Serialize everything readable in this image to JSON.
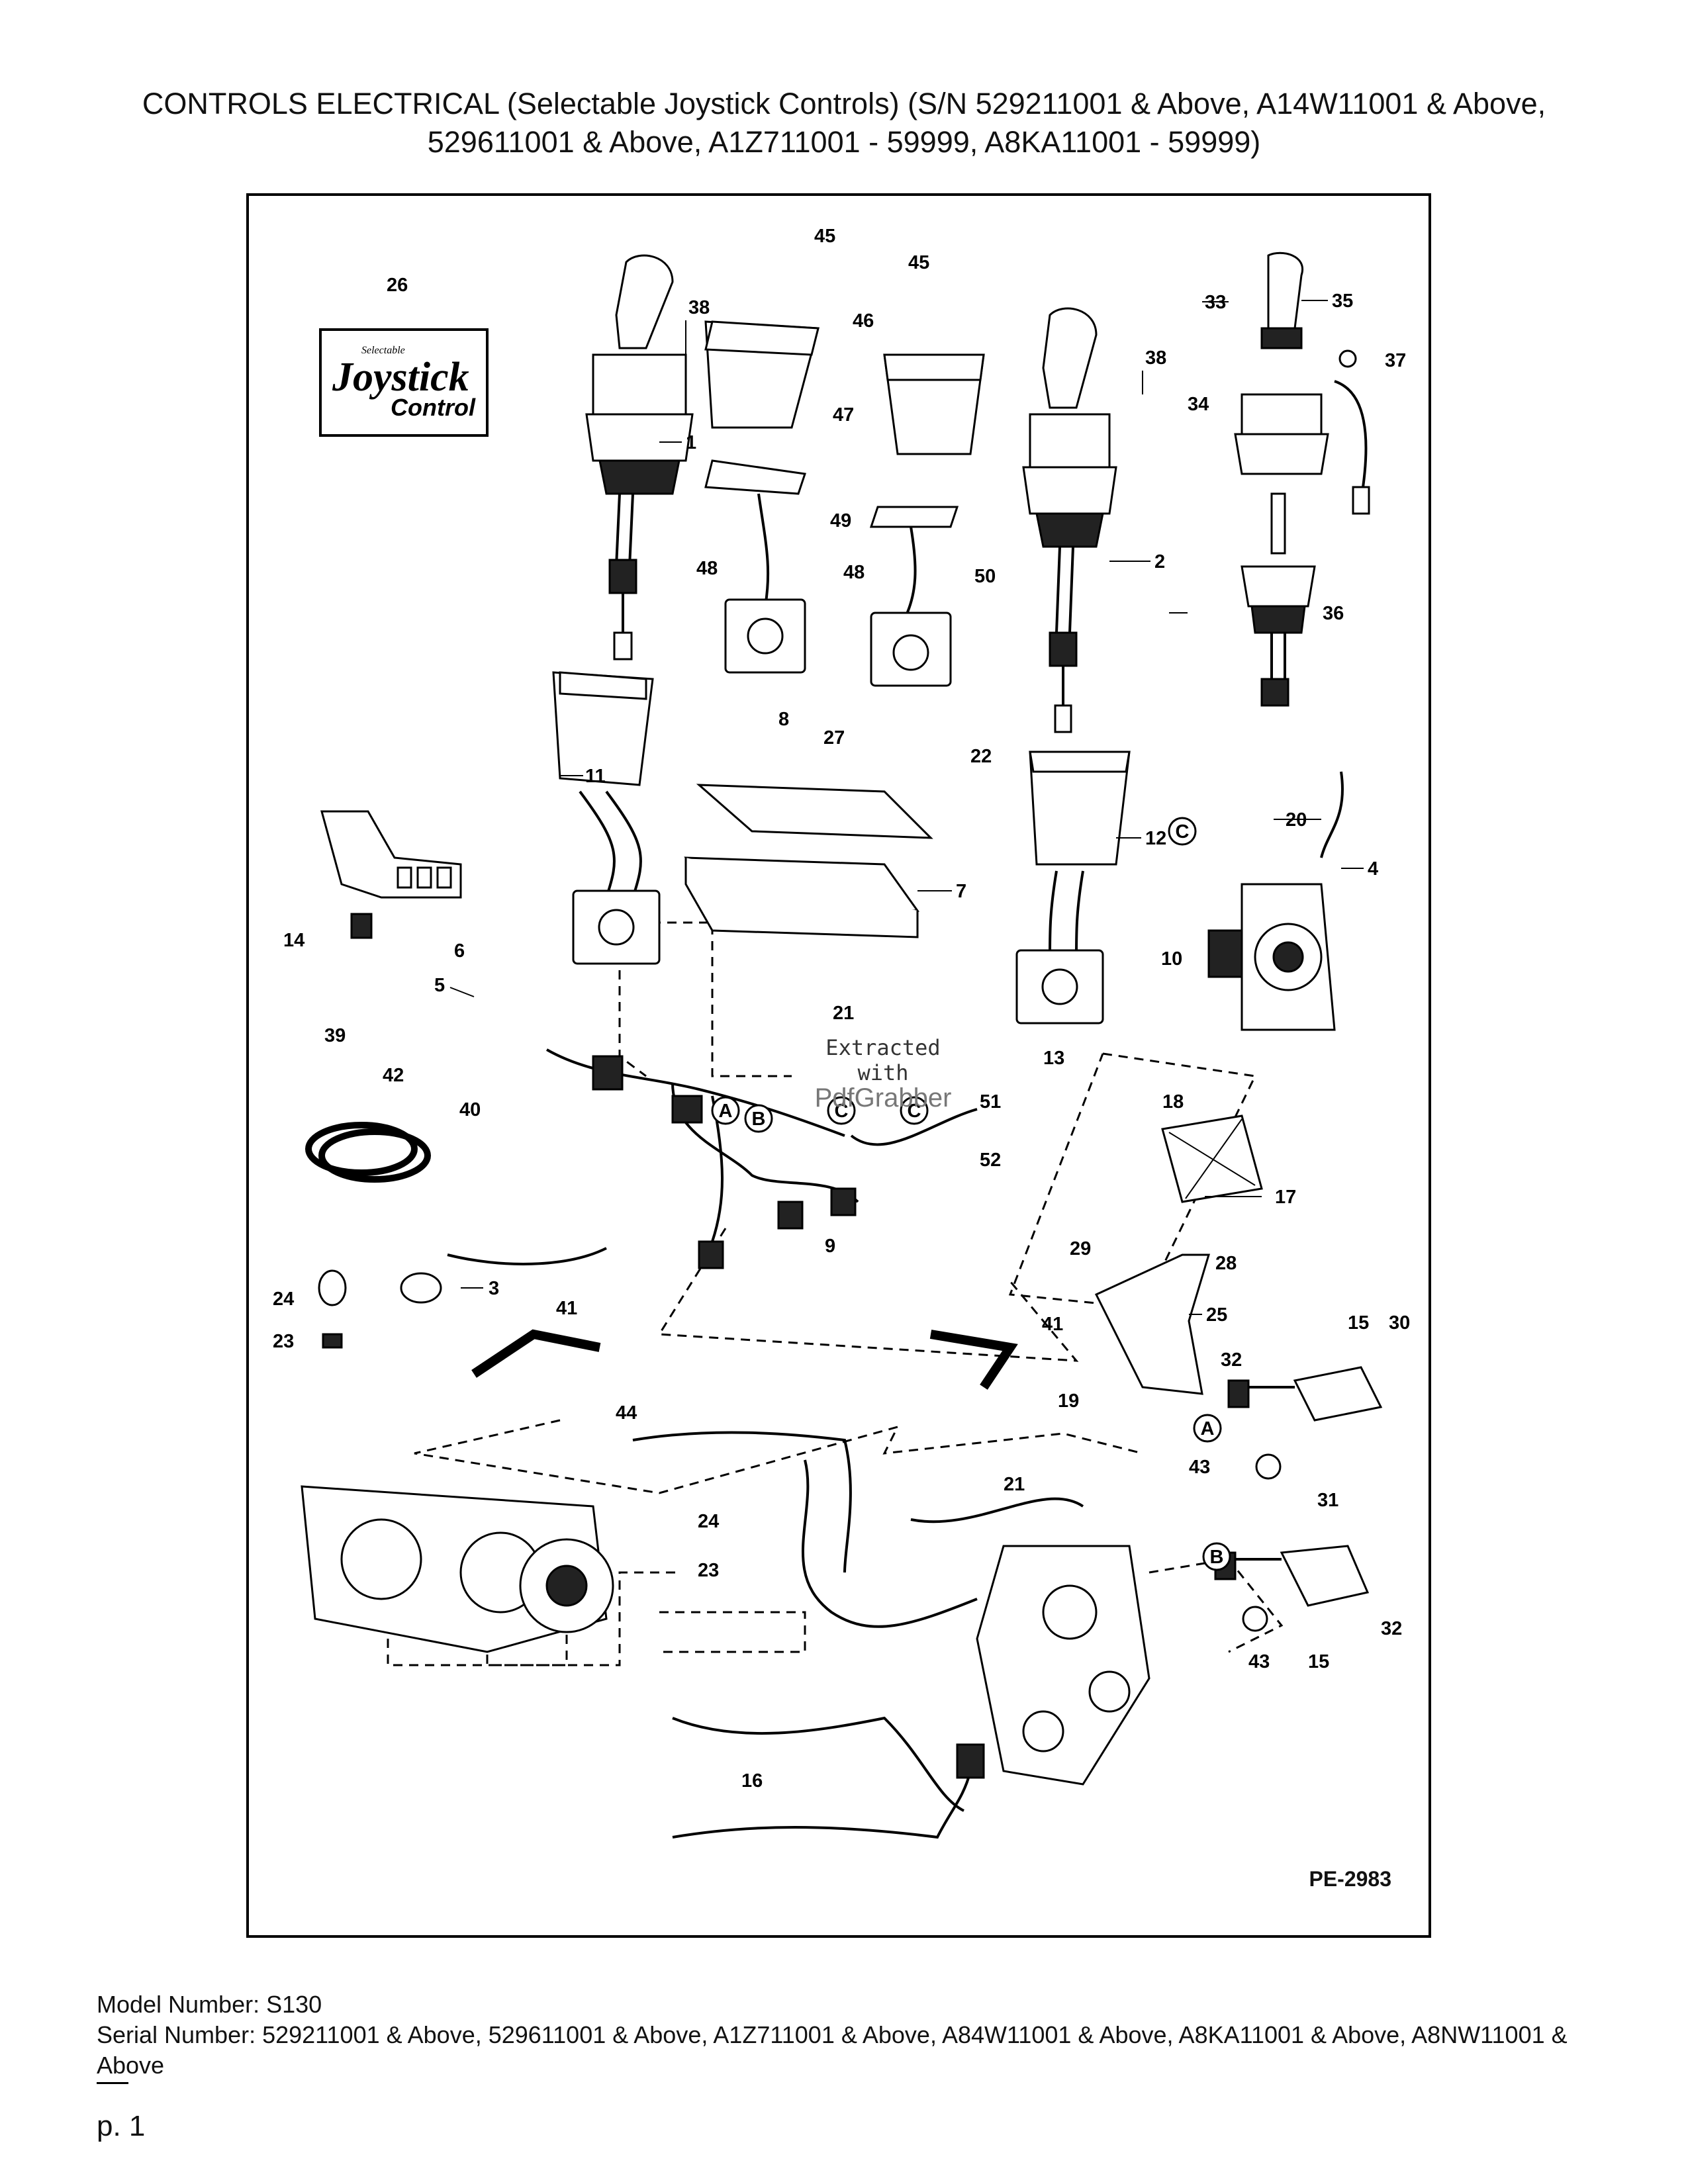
{
  "document": {
    "title": "CONTROLS ELECTRICAL (Selectable Joystick Controls) (S/N 529211001 & Above, A14W11001 & Above, 529611001 & Above, A1Z711001 - 59999, A8KA11001 - 59999)",
    "drawing_number": "PE-2983",
    "logo_text": {
      "small": "Selectable",
      "main": "Joystick",
      "sub": "Control"
    },
    "watermark": {
      "line1": "Extracted",
      "line2": "with",
      "brand": "PdfGrabber"
    },
    "reference_letters": [
      "A",
      "B",
      "C"
    ],
    "callouts": [
      "1",
      "2",
      "3",
      "4",
      "5",
      "6",
      "7",
      "8",
      "9",
      "10",
      "11",
      "12",
      "13",
      "14",
      "15",
      "16",
      "17",
      "18",
      "19",
      "20",
      "21",
      "22",
      "23",
      "24",
      "25",
      "26",
      "27",
      "28",
      "29",
      "30",
      "31",
      "32",
      "33",
      "34",
      "35",
      "36",
      "37",
      "38",
      "39",
      "40",
      "41",
      "42",
      "43",
      "44",
      "45",
      "46",
      "47",
      "48",
      "49",
      "50",
      "51",
      "52"
    ],
    "footer": {
      "model": "Model Number: S130",
      "serial": "Serial Number: 529211001 & Above, 529611001 & Above, A1Z711001 & Above, A84W11001 & Above, A8KA11001 & Above, A8NW11001 & Above",
      "page": "p. 1"
    }
  }
}
